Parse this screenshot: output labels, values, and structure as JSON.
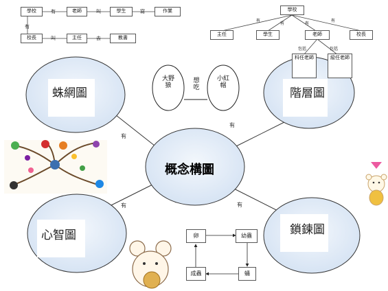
{
  "sentence": {
    "row1": [
      "學校",
      "有",
      "老師",
      "叫",
      "學生",
      "寫",
      "作業"
    ],
    "connector": "有",
    "row2": [
      "校長",
      "叫",
      "主任",
      "去",
      "教書"
    ]
  },
  "hierarchy": {
    "root": "學校",
    "children": [
      "主任",
      "學生",
      "老師",
      "校長"
    ],
    "edge_labels": [
      "有",
      "有",
      "有",
      "有"
    ],
    "sub_children": [
      "科任老師",
      "級任老師"
    ],
    "sub_edge_labels": [
      "包括",
      "包括"
    ]
  },
  "center": {
    "label": "概念構圖"
  },
  "circles": {
    "spider": "蛛網圖",
    "hierarchy": "階層圖",
    "mind": "心智圖",
    "chain": "鎖鍊圖"
  },
  "link_labels": {
    "top_left": "有",
    "top_right": "有",
    "bottom_left": "有",
    "bottom_right": "有"
  },
  "spider_example": {
    "left": "大野狼",
    "middle": "想吃",
    "right": "小紅帽"
  },
  "chain_example": {
    "egg": "卵",
    "larva": "幼蟲",
    "pupa": "蛹",
    "adult": "成蟲"
  },
  "colors": {
    "bubble": "#dce8f6",
    "line": "#333333"
  }
}
